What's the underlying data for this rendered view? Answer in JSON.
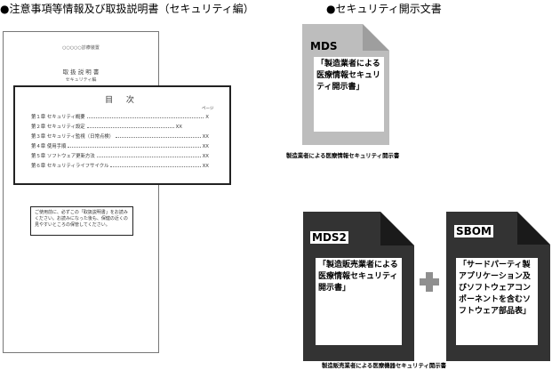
{
  "left_heading": "●注意事項等情報及び取扱説明書（セキュリティ編）",
  "right_heading": "●セキュリティ開示文書",
  "manual": {
    "company": "○○○○○診療装置",
    "title": "取 扱 説 明 書",
    "subtitle": "セキュリティ編",
    "toc_title": "目 次",
    "page_header": "ページ",
    "toc": [
      {
        "label": "第１章 セキュリティ概要",
        "page": "X"
      },
      {
        "label": "第２章 セキュリティ設定",
        "page": "XX"
      },
      {
        "label": "第３章 セキュリティ監視（日常点検）",
        "page": "XX"
      },
      {
        "label": "第４章 使用手順",
        "page": "XX"
      },
      {
        "label": "第５章 ソフトウェア更新方法",
        "page": "XX"
      },
      {
        "label": "第６章 セキュリティライフサイクル",
        "page": "XX"
      }
    ],
    "notice": "ご使用前に、必ずこの「取扱説明書」をお読みください。お読みになった後も、保健の近くの見やすいところの保管してください。"
  },
  "mds": {
    "label": "MDS",
    "body": "「製造業者による医療情報セキュリティ開示書」",
    "caption": "製造業者による医療情報セキュリティ開示書"
  },
  "mds2": {
    "label": "MDS2",
    "body": "「製造販売業者による医療情報セキュリティ開示書」"
  },
  "sbom": {
    "label": "SBOM",
    "body": "「サードパーティ製アプリケーション及びソフトウェアコンポーネントを含むソフトウェア部品表」"
  },
  "bottom_caption": "製造販売業者による医療機器セキュリティ開示書",
  "colors": {
    "mds_doc": "#bdbdbd",
    "dark_doc": "#333333",
    "plus": "#8f8f8f"
  }
}
